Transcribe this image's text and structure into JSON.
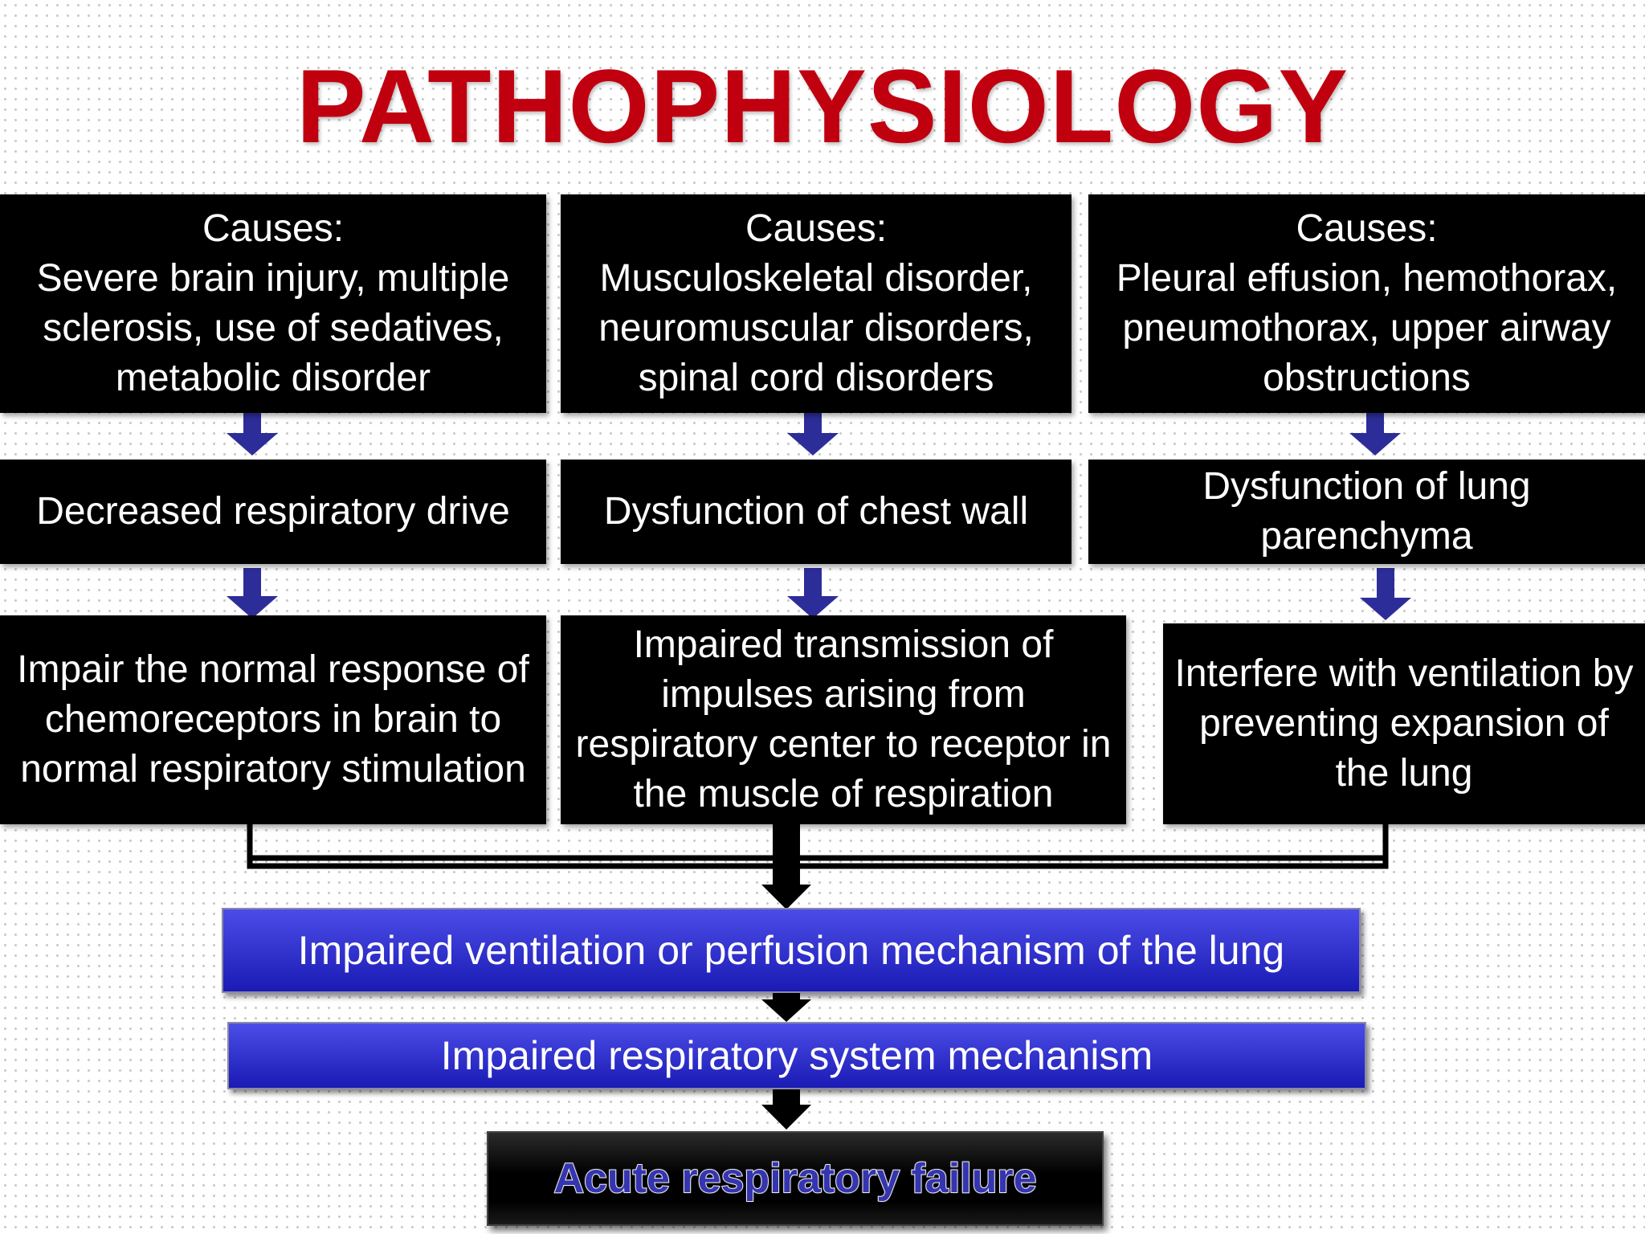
{
  "title": "PATHOPHYSIOLOGY",
  "colors": {
    "title": "#c0000f",
    "down_arrow": "#2d2d9a",
    "process_box_top": "#4c4ce8",
    "process_box_bottom": "#1a1ab4",
    "final_text": "#3535b0"
  },
  "columns": [
    {
      "cause_label": "Causes:",
      "causes": "Severe brain injury, multiple sclerosis, use of sedatives, metabolic disorder",
      "dysfunction": "Decreased respiratory drive",
      "effect": "Impair the normal response of chemoreceptors in brain to normal respiratory stimulation"
    },
    {
      "cause_label": "Causes:",
      "causes": "Musculoskeletal disorder, neuromuscular disorders, spinal cord disorders",
      "dysfunction": "Dysfunction of chest wall",
      "effect": "Impaired transmission of impulses arising from respiratory center to receptor in the muscle of respiration"
    },
    {
      "cause_label": "Causes:",
      "causes": "Pleural effusion, hemothorax, pneumothorax, upper airway obstructions",
      "dysfunction": "Dysfunction of lung parenchyma",
      "effect": "Interfere with ventilation by preventing expansion of the lung"
    }
  ],
  "process": [
    "Impaired ventilation or perfusion mechanism of the lung",
    "Impaired respiratory system mechanism"
  ],
  "outcome": "Acute respiratory failure"
}
